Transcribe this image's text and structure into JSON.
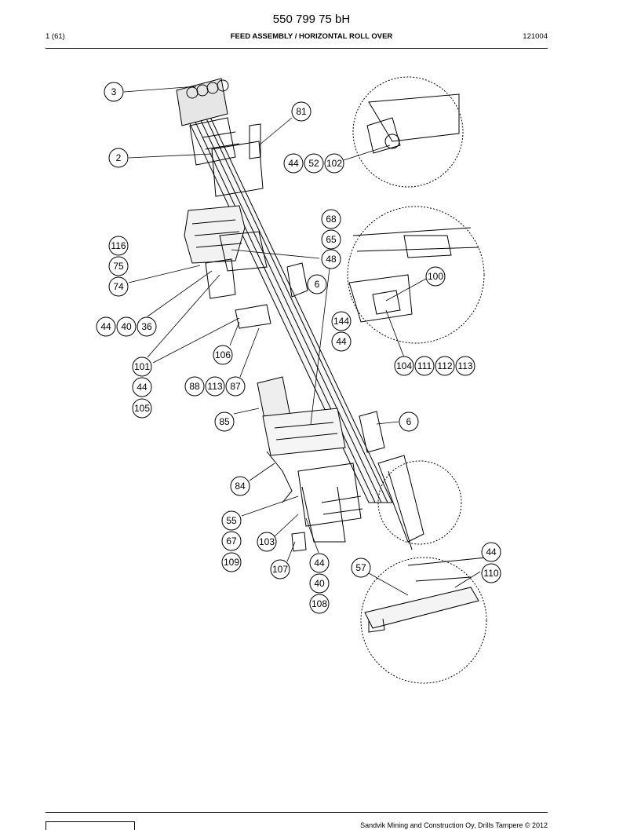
{
  "header": {
    "document_number": "550 799 75 bH",
    "page": "1 (61)",
    "title": "FEED ASSEMBLY / HORIZONTAL ROLL OVER",
    "date_code": "121004"
  },
  "footer": {
    "copyright": "Sandvik Mining and Construction Oy, Drills Tampere © 2012"
  },
  "callouts": [
    {
      "id": "3"
    },
    {
      "id": "81"
    },
    {
      "id": "2"
    },
    {
      "id": "44"
    },
    {
      "id": "52"
    },
    {
      "id": "102"
    },
    {
      "id": "68"
    },
    {
      "id": "65"
    },
    {
      "id": "48"
    },
    {
      "id": "116"
    },
    {
      "id": "75"
    },
    {
      "id": "74"
    },
    {
      "id": "6"
    },
    {
      "id": "100"
    },
    {
      "id": "44"
    },
    {
      "id": "40"
    },
    {
      "id": "36"
    },
    {
      "id": "144"
    },
    {
      "id": "44"
    },
    {
      "id": "106"
    },
    {
      "id": "101"
    },
    {
      "id": "104"
    },
    {
      "id": "111"
    },
    {
      "id": "112"
    },
    {
      "id": "113"
    },
    {
      "id": "44"
    },
    {
      "id": "88"
    },
    {
      "id": "113"
    },
    {
      "id": "87"
    },
    {
      "id": "105"
    },
    {
      "id": "85"
    },
    {
      "id": "6"
    },
    {
      "id": "84"
    },
    {
      "id": "55"
    },
    {
      "id": "67"
    },
    {
      "id": "103"
    },
    {
      "id": "44"
    },
    {
      "id": "109"
    },
    {
      "id": "107"
    },
    {
      "id": "44"
    },
    {
      "id": "57"
    },
    {
      "id": "110"
    },
    {
      "id": "40"
    },
    {
      "id": "108"
    }
  ]
}
